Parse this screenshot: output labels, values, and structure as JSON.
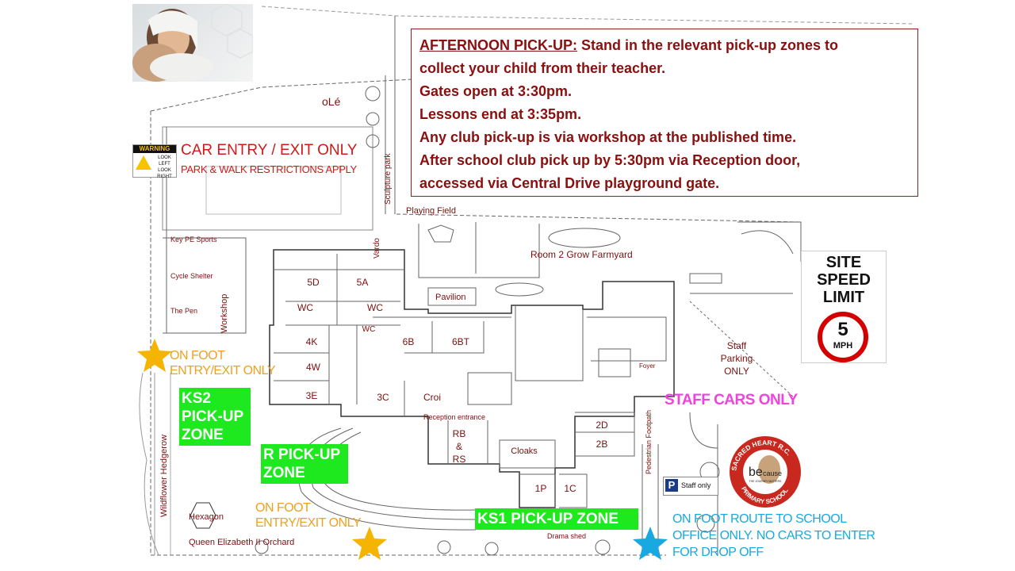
{
  "notice": {
    "heading": "AFTERNOON PICK-UP:",
    "line1_rest": " Stand in the relevant pick-up zones to",
    "line2": "collect your child from their teacher.",
    "line3": "Gates open at 3:30pm.",
    "line4": "Lessons end at 3:35pm.",
    "line5": "Any club pick-up is via workshop at the published time.",
    "line6": "After school club pick up by 5:30pm via Reception door,",
    "line7": "accessed via Central Drive playground gate."
  },
  "car_entry": {
    "title": "CAR ENTRY / EXIT ONLY",
    "subtitle": "PARK & WALK RESTRICTIONS APPLY"
  },
  "warning_sign": {
    "title": "WARNING",
    "text1": "LOOK LEFT",
    "text2": "LOOK",
    "text3": "RIGHT"
  },
  "speed_sign": {
    "line1": "SITE",
    "line2": "SPEED",
    "line3": "LIMIT",
    "number": "5",
    "unit": "MPH"
  },
  "zones": {
    "ks2": {
      "line1": "KS2",
      "line2": "PICK-UP",
      "line3": "ZONE"
    },
    "r": {
      "line1": "R PICK-UP",
      "line2": "ZONE"
    },
    "ks1": "KS1 PICK-UP ZONE"
  },
  "on_foot_1": {
    "line1": "ON FOOT",
    "line2": "ENTRY/EXIT ONLY"
  },
  "on_foot_2": {
    "line1": "ON FOOT",
    "line2": "ENTRY/EXIT ONLY"
  },
  "on_foot_route": {
    "line1": "ON FOOT ROUTE TO SCHOOL",
    "line2": "OFFICE ONLY. NO CARS TO ENTER",
    "line3": "FOR DROP OFF"
  },
  "staff_cars": "STAFF CARS ONLY",
  "staff_parking": {
    "line1": "Staff",
    "line2": "Parking",
    "line3": "ONLY"
  },
  "parking_sign": {
    "p": "P",
    "text": "Staff only"
  },
  "areas": {
    "ole": "oLé",
    "sculpture_park": "Sculpture park",
    "playing_field": "Playing Field",
    "vardo": "Vardo",
    "farmyard": "Room 2 Grow Farmyard",
    "pavilion": "Pavilion",
    "key_pe": "Key PE Sports",
    "cycle_shelter": "Cycle Shelter",
    "the_pen": "The Pen",
    "workshop": "Workshop",
    "hedgerow": "Wildflower Hedgerow",
    "hexagon": "Hexagon",
    "orchard": "Queen Elizabeth II Orchard",
    "drama_shed": "Drama shed",
    "reception_entrance": "Reception entrance",
    "pedestrian_footpath": "Pedestrian Footpath",
    "foyer": "Foyer"
  },
  "rooms": {
    "r5d": "5D",
    "r5a": "5A",
    "wc1": "WC",
    "wc2": "WC",
    "wc3": "WC",
    "r4k": "4K",
    "r4w": "4W",
    "r3e": "3E",
    "r3c": "3C",
    "croi": "Croi",
    "r6b": "6B",
    "r6bt": "6BT",
    "r2d": "2D",
    "r2b": "2B",
    "rb1": "RB",
    "rb2": "&",
    "rb3": "RS",
    "cloaks": "Cloaks",
    "r1p": "1P",
    "r1c": "1C"
  },
  "logo": {
    "top_text": "SACRED HEART R.C.",
    "bottom_text": "PRIMARY SCHOOL",
    "brand": "be",
    "brand2": "cause",
    "tagline": "THE JOURNEY MATTERS"
  },
  "colors": {
    "zone_green": "#1ee81e",
    "label_red": "#7a1010",
    "orange": "#f0a020",
    "pink": "#ee44dd",
    "blue": "#19a9e0",
    "star_yellow": "#f5b400",
    "star_blue": "#19a9e0"
  }
}
